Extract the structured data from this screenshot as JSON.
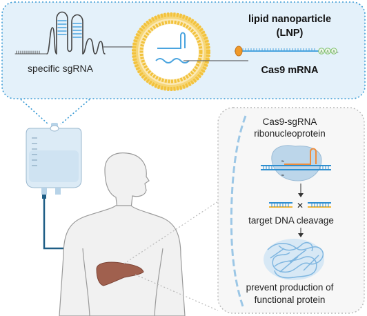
{
  "labels": {
    "sgrna": "specific sgRNA",
    "lnp_line1": "lipid nanoparticle",
    "lnp_line2": "(LNP)",
    "cas9_mrna": "Cas9 mRNA",
    "rnp_line1": "Cas9-sgRNA",
    "rnp_line2": "ribonucleoprotein",
    "cleavage": "target DNA cleavage",
    "outcome_line1": "prevent production of",
    "outcome_line2": "functional protein"
  },
  "mrna_letters": [
    "A",
    "A",
    "A"
  ],
  "colors": {
    "panel_fill": "#e4f1fa",
    "panel_border": "#3a9bd5",
    "lipid_head": "#f2c23d",
    "rna_blue": "#4aa4df",
    "dna_blue": "#2f8fd0",
    "dna_yellow": "#f2b533",
    "dna_orange": "#ef8d3c",
    "body_fill": "#f1f1f1",
    "body_stroke": "#9a9a9a",
    "liver": "#a0604e",
    "iv_bag": "#dcebf6",
    "tube": "#1f5e86",
    "inset_border": "#b9b9b9",
    "protein_blue": "#7fb6e0"
  },
  "icons": {
    "lnp": "lipid-nanoparticle-icon",
    "iv_bag": "iv-bag-icon",
    "human": "human-torso-icon",
    "liver": "liver-icon",
    "rnp": "ribonucleoprotein-icon",
    "scissors": "cleavage-x-icon",
    "protein": "misfolded-protein-icon"
  }
}
